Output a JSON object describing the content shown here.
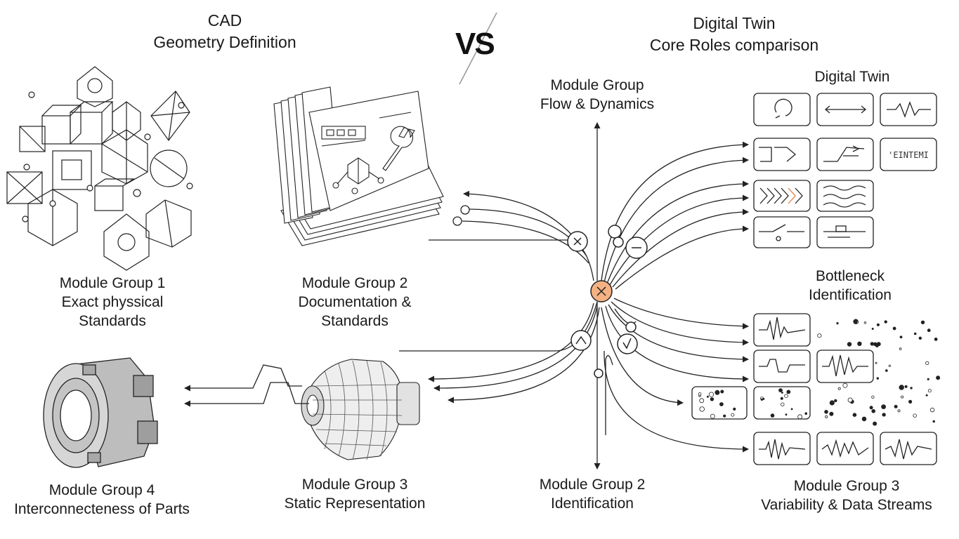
{
  "cad": {
    "title": "CAD",
    "subtitle": "Geometry Definition"
  },
  "versus": "VS",
  "twin": {
    "title": "Digital Twin",
    "subtitle": "Core Roles comparison"
  },
  "cad_groups": [
    {
      "line1": "Module Group 1",
      "line2": "Exact physsical",
      "line3": "Standards"
    },
    {
      "line1": "Module Group 2",
      "line2": "Documentation &",
      "line3": "Standards"
    },
    {
      "line1": "Module Group 4",
      "line2": "Interconnecteness of Parts"
    },
    {
      "line1": "Module Group 3",
      "line2": "Static Representation"
    }
  ],
  "twin_groups": {
    "flow": {
      "line1": "Module Group",
      "line2": "Flow & Dynamics"
    },
    "panel_title": "Digital Twin",
    "bottleneck": {
      "line1": "Bottleneck",
      "line2": "Identification"
    },
    "identification": {
      "line1": "Module Group 2",
      "line2": "Identification"
    },
    "variability": {
      "line1": "Module Group 3",
      "line2": "Variability & Data Streams"
    }
  },
  "panel_cell_text": "'EINTEMI",
  "colors": {
    "ink": "#1a1a1a",
    "hub_fill": "#f4b183",
    "line": "#222222"
  }
}
